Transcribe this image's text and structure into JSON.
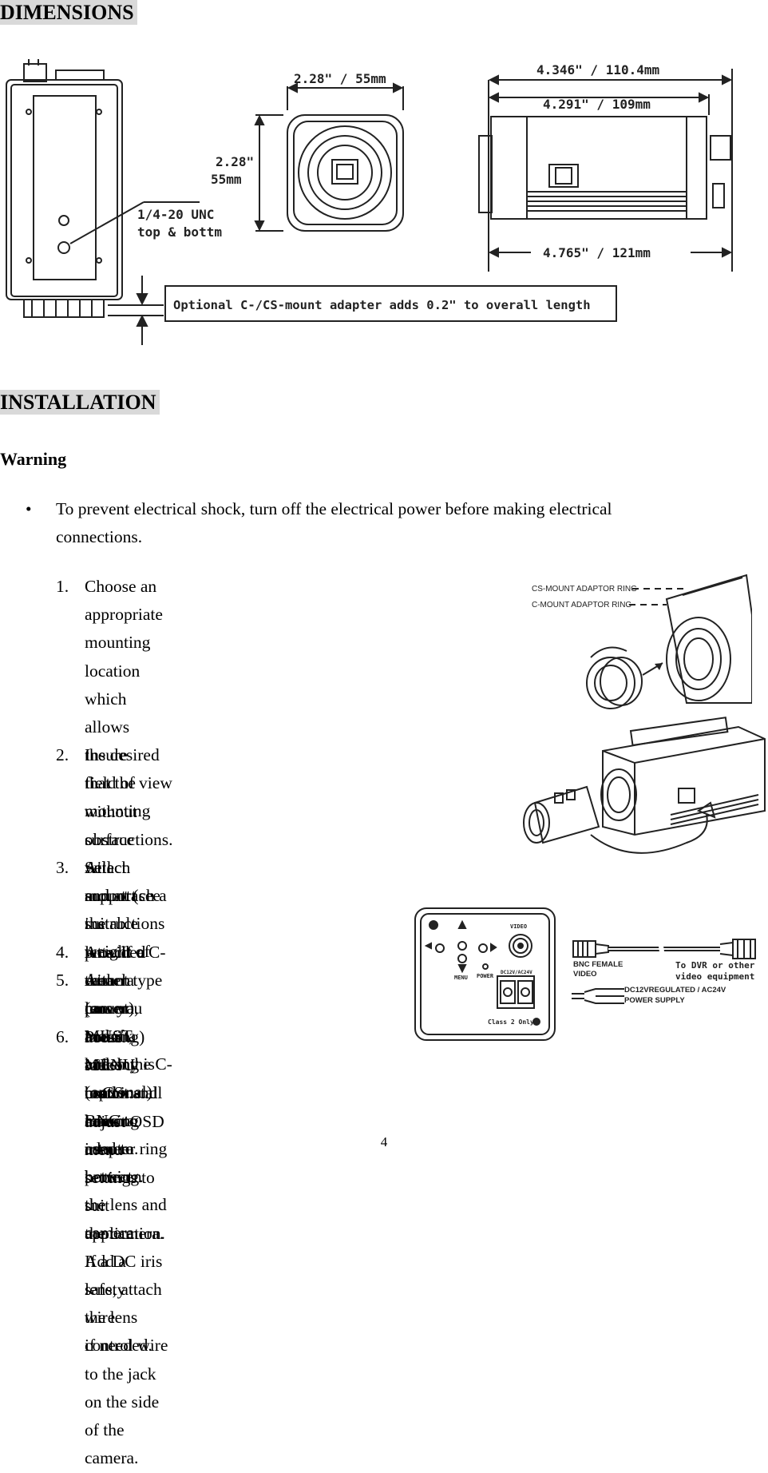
{
  "headings": {
    "dimensions": "DIMENSIONS",
    "installation": "INSTALLATION",
    "warning": "Warning"
  },
  "diagram": {
    "dim_front_width": "2.28\" / 55mm",
    "dim_front_height_1": "2.28\"",
    "dim_front_height_2": "55mm",
    "mount_note_1": "1/4-20 UNC",
    "mount_note_2": "top & bottm",
    "dim_side_total": "4.346\" / 110.4mm",
    "dim_side_body": "4.291\" / 109mm",
    "dim_side_overall": "4.765\" / 121mm",
    "adapter_note": "Optional C-/CS-mount adapter adds 0.2\" to overall length"
  },
  "warning_bullet": {
    "line1": "To prevent electrical shock, turn off the electrical power before making electrical",
    "line2": "connections."
  },
  "steps": [
    {
      "num": "1.",
      "lines": [
        "Choose an appropriate mounting location which allows",
        "the desired field of view without obstructions. Select",
        "and attach a suitable lens. If a C-mount type lens you",
        "MUST attach the C- to CS-mount adapter ring between",
        "the lens and the camera. If a DC iris lens, attach the lens",
        "control wire to the jack on the side of the camera."
      ]
    },
    {
      "num": "2.",
      "lines": [
        "Insure that the mounting surface will support the",
        "weight of the camera, mount, and any (optional)",
        "housing used to protect the camera. Add a safety wire",
        "if needed."
      ]
    },
    {
      "num": "3.",
      "lines": [
        "Attach mount (see instructions provided with mount)",
        "and if a housing is used install camera",
        "into housing."
      ]
    },
    {
      "num": "4.",
      "lines": [
        "Attach camera (or housing) to mount."
      ]
    },
    {
      "num": "5.",
      "lines": [
        "Attach power and video coax BNC to",
        "camera."
      ]
    },
    {
      "num": "6.",
      "lines": [
        "Press MENU button and adjust OSD",
        "menu settings to suit application."
      ]
    }
  ],
  "illustrations": {
    "cs_ring": "CS-MOUNT ADAPTOR RING",
    "c_ring": "C-MOUNT ADAPTOR RING",
    "rear_video": "VIDEO",
    "rear_menu": "MENU",
    "rear_power": "POWER",
    "rear_dc": "DC12V/AC24V",
    "rear_class": "Class 2 Only",
    "bnc_label_1": "BNC FEMALE",
    "bnc_label_2": "VIDEO",
    "dvr_label_1": "To DVR or other",
    "dvr_label_2": "video equipment",
    "psu_label_1": "DC12VREGULATED  / AC24V",
    "psu_label_2": "POWER SUPPLY"
  },
  "page_number": "4"
}
